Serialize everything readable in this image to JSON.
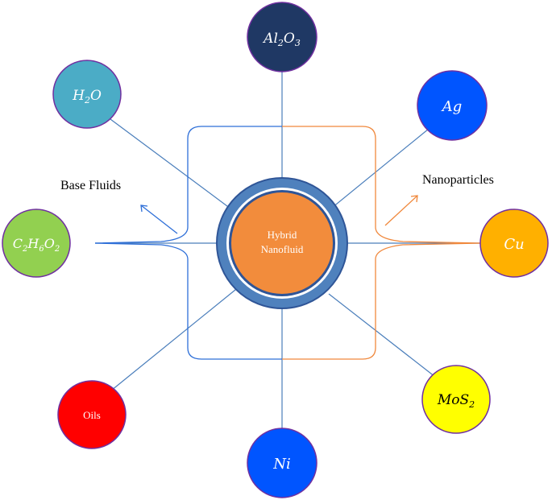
{
  "center": {
    "line1": "Hybrid",
    "line2": "Nanofluid"
  },
  "base_fluids_label": "Base Fluids",
  "nanoparticles_label": "Nanoparticles",
  "nodes": {
    "al2o3": {
      "base": "Al",
      "sub1": "2",
      "mid": "O",
      "sub2": "3",
      "color": "#1f3864"
    },
    "ag": {
      "text": "Ag",
      "color": "#0055ff"
    },
    "cu": {
      "text": "Cu",
      "color": "#ffb000"
    },
    "mos2": {
      "base": "MoS",
      "sub1": "2",
      "color": "#ffff00"
    },
    "ni": {
      "text": "Ni",
      "color": "#0055ff"
    },
    "oils": {
      "text": "Oils",
      "color": "#ff0000"
    },
    "c2h6o2": {
      "a": "C",
      "s1": "2",
      "b": "H",
      "s2": "6",
      "c": "O",
      "s3": "2",
      "color": "#92d050"
    },
    "h2o": {
      "base": "H",
      "sub1": "2",
      "mid": "O",
      "color": "#4bacc6"
    }
  },
  "colors": {
    "connector": "#4a7ebb",
    "base_bracket": "#2e6fd8",
    "nano_bracket": "#f0883c",
    "ring_outer": "#4f81bd",
    "ring_dark": "#2f5597",
    "center_fill": "#f28c3c",
    "node_border": "#7030a0"
  }
}
